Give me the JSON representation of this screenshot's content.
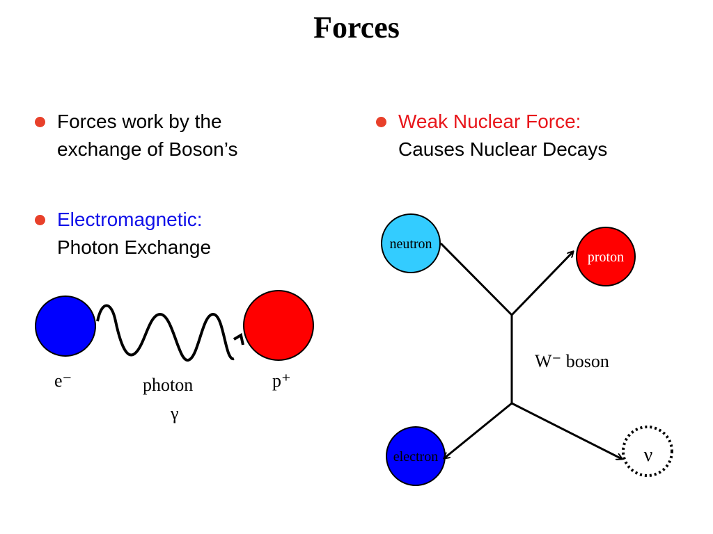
{
  "title": "Forces",
  "left": {
    "bullet1": {
      "line1": "Forces work by the",
      "line2": "exchange of Boson’s"
    },
    "bullet2": {
      "heading": "Electromagnetic:",
      "line2": "Photon Exchange"
    },
    "diagram": {
      "electron_label": "e⁻",
      "proton_label": "p⁺",
      "photon_label": "photon",
      "gamma_label": "γ",
      "colors": {
        "electron": "#0000ff",
        "proton": "#ff0000"
      }
    }
  },
  "right": {
    "bullet1": {
      "heading": "Weak Nuclear Force:",
      "line2": "Causes Nuclear Decays"
    },
    "diagram": {
      "neutron_label": "neutron",
      "proton_label": "proton",
      "boson_label": "W⁻ boson",
      "electron_label": "electron",
      "neutrino_label": "ν",
      "colors": {
        "neutron": "#33ccff",
        "proton": "#ff0000",
        "electron": "#0000ff"
      }
    }
  },
  "colors": {
    "bullet": "#e8402a",
    "accent_blue": "#1010e8",
    "accent_red": "#e8161b"
  }
}
